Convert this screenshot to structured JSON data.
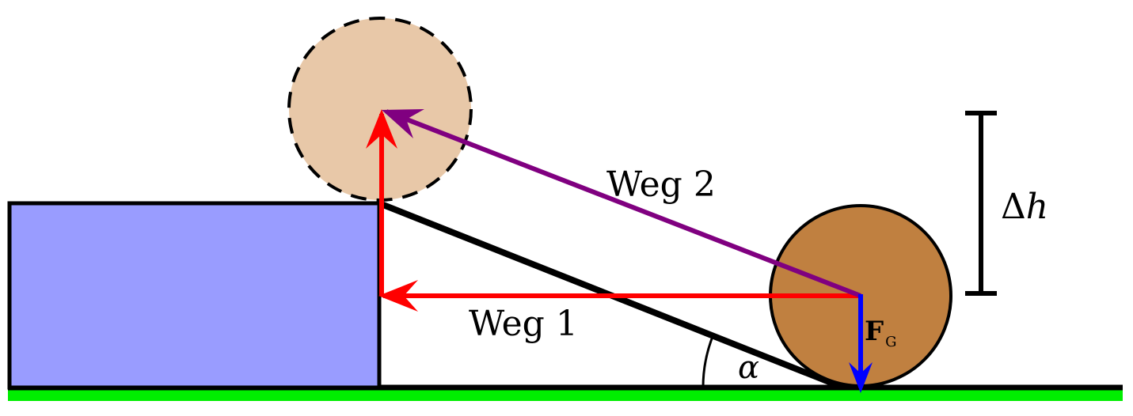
{
  "labels": {
    "path1": "Weg 1",
    "path2": "Weg 2",
    "height_delta": "h",
    "height_delta_symbol": "Δ",
    "force_main": "F",
    "force_sub": "G",
    "angle": "α"
  },
  "colors": {
    "block_fill": "#999cff",
    "ground": "#00ee00",
    "ball_fill": "#c08040",
    "ghost_ball_fill": "#e8c8a8",
    "path1_arrow": "#ff0000",
    "path2_arrow": "#800080",
    "force_arrow": "#0000ff",
    "outline": "#000000"
  }
}
